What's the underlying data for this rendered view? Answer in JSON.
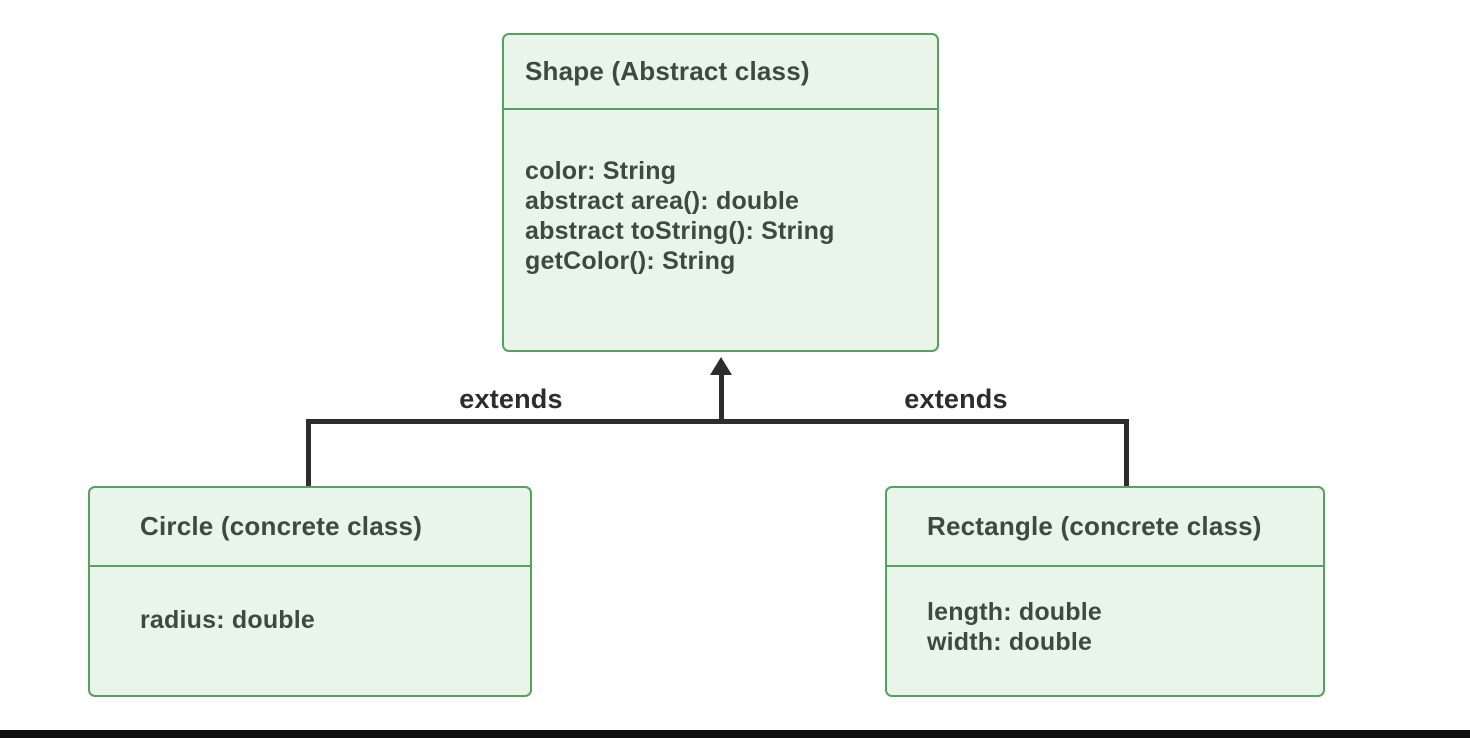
{
  "diagram": {
    "shape_class": {
      "title": "Shape (Abstract class)",
      "members": [
        "color: String",
        "abstract area(): double",
        "abstract toString(): String",
        "getColor(): String"
      ]
    },
    "circle_class": {
      "title": "Circle (concrete class)",
      "members": [
        "radius: double"
      ]
    },
    "rectangle_class": {
      "title": "Rectangle (concrete class)",
      "members": [
        "length: double",
        "width: double"
      ]
    },
    "relationships": {
      "left_label": "extends",
      "right_label": "extends"
    },
    "colors": {
      "box_fill": "#e9f5e8",
      "box_border": "#57a05f",
      "box_text": "#3d4a41",
      "connector": "#2d2d2d"
    }
  }
}
